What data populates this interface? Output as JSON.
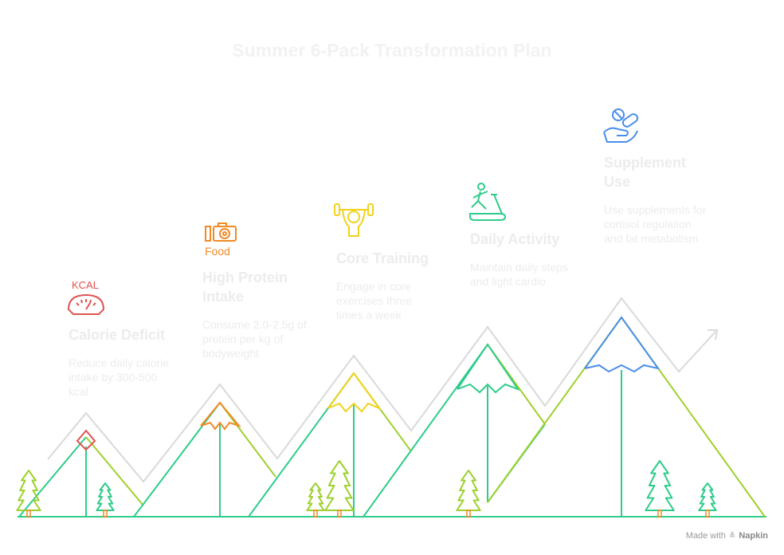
{
  "title": "Summer 6-Pack Transformation Plan",
  "steps": [
    {
      "title_lines": [
        "Calorie Deficit"
      ],
      "desc_lines": [
        "Reduce daily calorie",
        "intake by 300-500",
        "kcal"
      ],
      "color": "#e05252",
      "icon": "kcal-scale-icon",
      "icon_text": "KCAL"
    },
    {
      "title_lines": [
        "High Protein",
        "Intake"
      ],
      "desc_lines": [
        "Consume 2.0-2.5g of",
        "protein per kg of",
        "bodyweight"
      ],
      "color": "#f08a24",
      "icon": "food-camera-icon",
      "icon_text": "Food"
    },
    {
      "title_lines": [
        "Core Training"
      ],
      "desc_lines": [
        "Engage in core",
        "exercises three",
        "times a week"
      ],
      "color": "#f2d21b",
      "icon": "weightlifter-icon"
    },
    {
      "title_lines": [
        "Daily Activity"
      ],
      "desc_lines": [
        "Maintain daily steps",
        "and light cardio"
      ],
      "color": "#2ecc8a",
      "icon": "treadmill-icon"
    },
    {
      "title_lines": [
        "Supplement",
        "Use"
      ],
      "desc_lines": [
        "Use supplements for",
        "cortisol regulation",
        "and fat metabolism"
      ],
      "color": "#4a8ee8",
      "icon": "pill-hand-icon"
    }
  ],
  "colors": {
    "ridge": "#d9d9d9",
    "mountain_green": "#2ecc8a",
    "mountain_lime": "#9ed12f",
    "tree": "#9ed12f"
  },
  "brand": {
    "prefix": "Made with",
    "name": "Napkin"
  }
}
